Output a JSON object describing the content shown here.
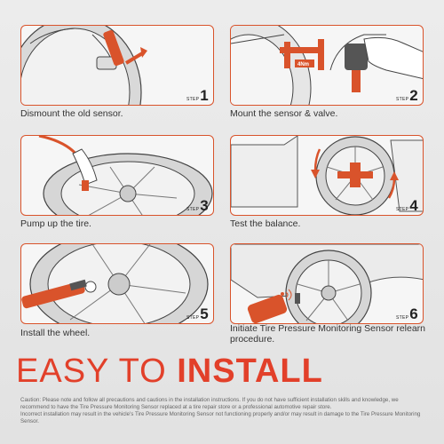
{
  "steps": [
    {
      "label": "STEP",
      "number": "1",
      "caption": "Dismount the old sensor."
    },
    {
      "label": "STEP",
      "number": "2",
      "caption": "Mount the sensor & valve.",
      "torque_label": "4Nm"
    },
    {
      "label": "STEP",
      "number": "3",
      "caption": "Pump up the tire."
    },
    {
      "label": "STEP",
      "number": "4",
      "caption": "Test the balance."
    },
    {
      "label": "STEP",
      "number": "5",
      "caption": "Install the wheel."
    },
    {
      "label": "STEP",
      "number": "6",
      "caption": "Initiate Tire Pressure Monitoring Sensor relearn procedure."
    }
  ],
  "headline": {
    "part1": "EASY TO ",
    "part2": "INSTALL"
  },
  "disclaimer": {
    "line1": "Caution: Please note and follow all precautions and cautions in the installation instructions. If you do not have sufficient installation skills and knowledge, we recommend to have the Tire Pressure Monitoring Sensor replaced at a tire repair store or a professional automotive repair store.",
    "line2": "Incorrect installation may result in the vehicle's Tire Pressure Monitoring Sensor not functioning properly and/or may result in damage to the Tire Pressure Monitoring Sensor."
  },
  "colors": {
    "accent": "#e2402a",
    "border": "#d9532b",
    "text": "#333333"
  },
  "icons": [
    "arrow-icon",
    "wrench-icon",
    "valve-icon",
    "air-pump-icon",
    "tpms-tool-icon"
  ]
}
